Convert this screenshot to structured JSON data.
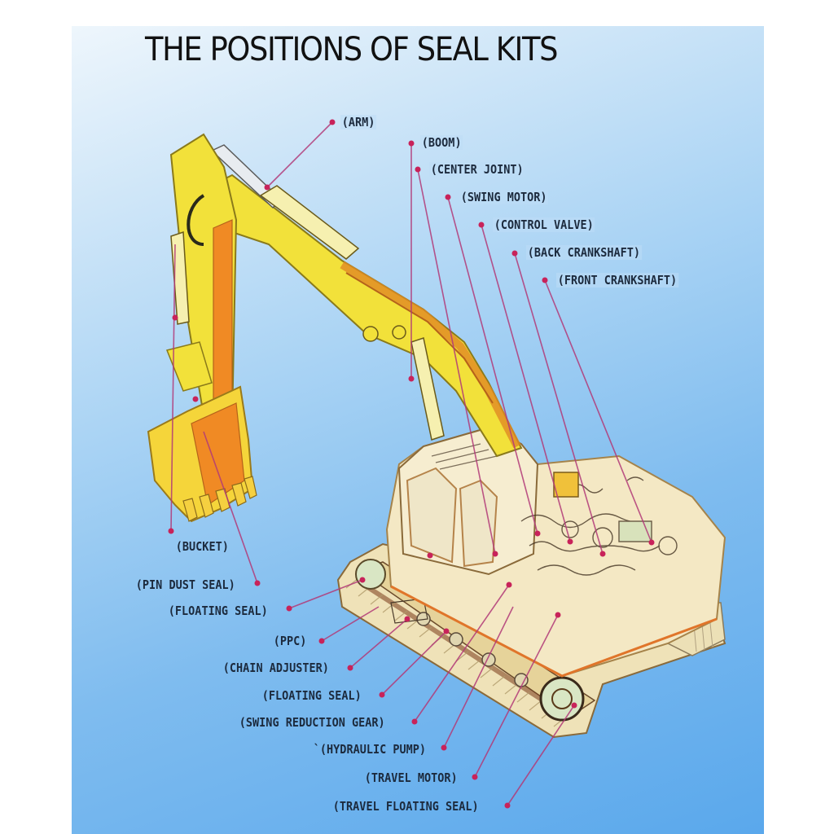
{
  "title": "THE POSITIONS OF SEAL KITS",
  "colors": {
    "background_top": "#eef6fc",
    "background_bottom": "#5aa8ec",
    "leader_line": "#b23a78",
    "marker_dot": "#c8235a",
    "label_text": "#1c2a3d",
    "boom_arm_yellow": "#f2e13a",
    "hydraulic_orange": "#f08a24",
    "body_cream": "#f4e8c4"
  },
  "labels": {
    "arm": "(ARM)",
    "boom": "(BOOM)",
    "center_joint": "(CENTER JOINT)",
    "swing_motor": "(SWING MOTOR)",
    "control_valve": "(CONTROL VALVE)",
    "back_crankshaft": "(BACK CRANKSHAFT)",
    "front_crankshaft": "(FRONT CRANKSHAFT)",
    "bucket": "(BUCKET)",
    "pin_dust_seal": "(PIN DUST SEAL)",
    "floating_seal_1": "(FLOATING SEAL)",
    "ppc": "(PPC)",
    "chain_adjuster": "(CHAIN ADJUSTER)",
    "floating_seal_2": "(FLOATING SEAL)",
    "swing_reduction_gear": "(SWING REDUCTION GEAR)",
    "hydraulic_pump": "`(HYDRAULIC PUMP)",
    "travel_motor": "(TRAVEL MOTOR)",
    "travel_floating_seal": "(TRAVEL FLOATING SEAL)"
  }
}
